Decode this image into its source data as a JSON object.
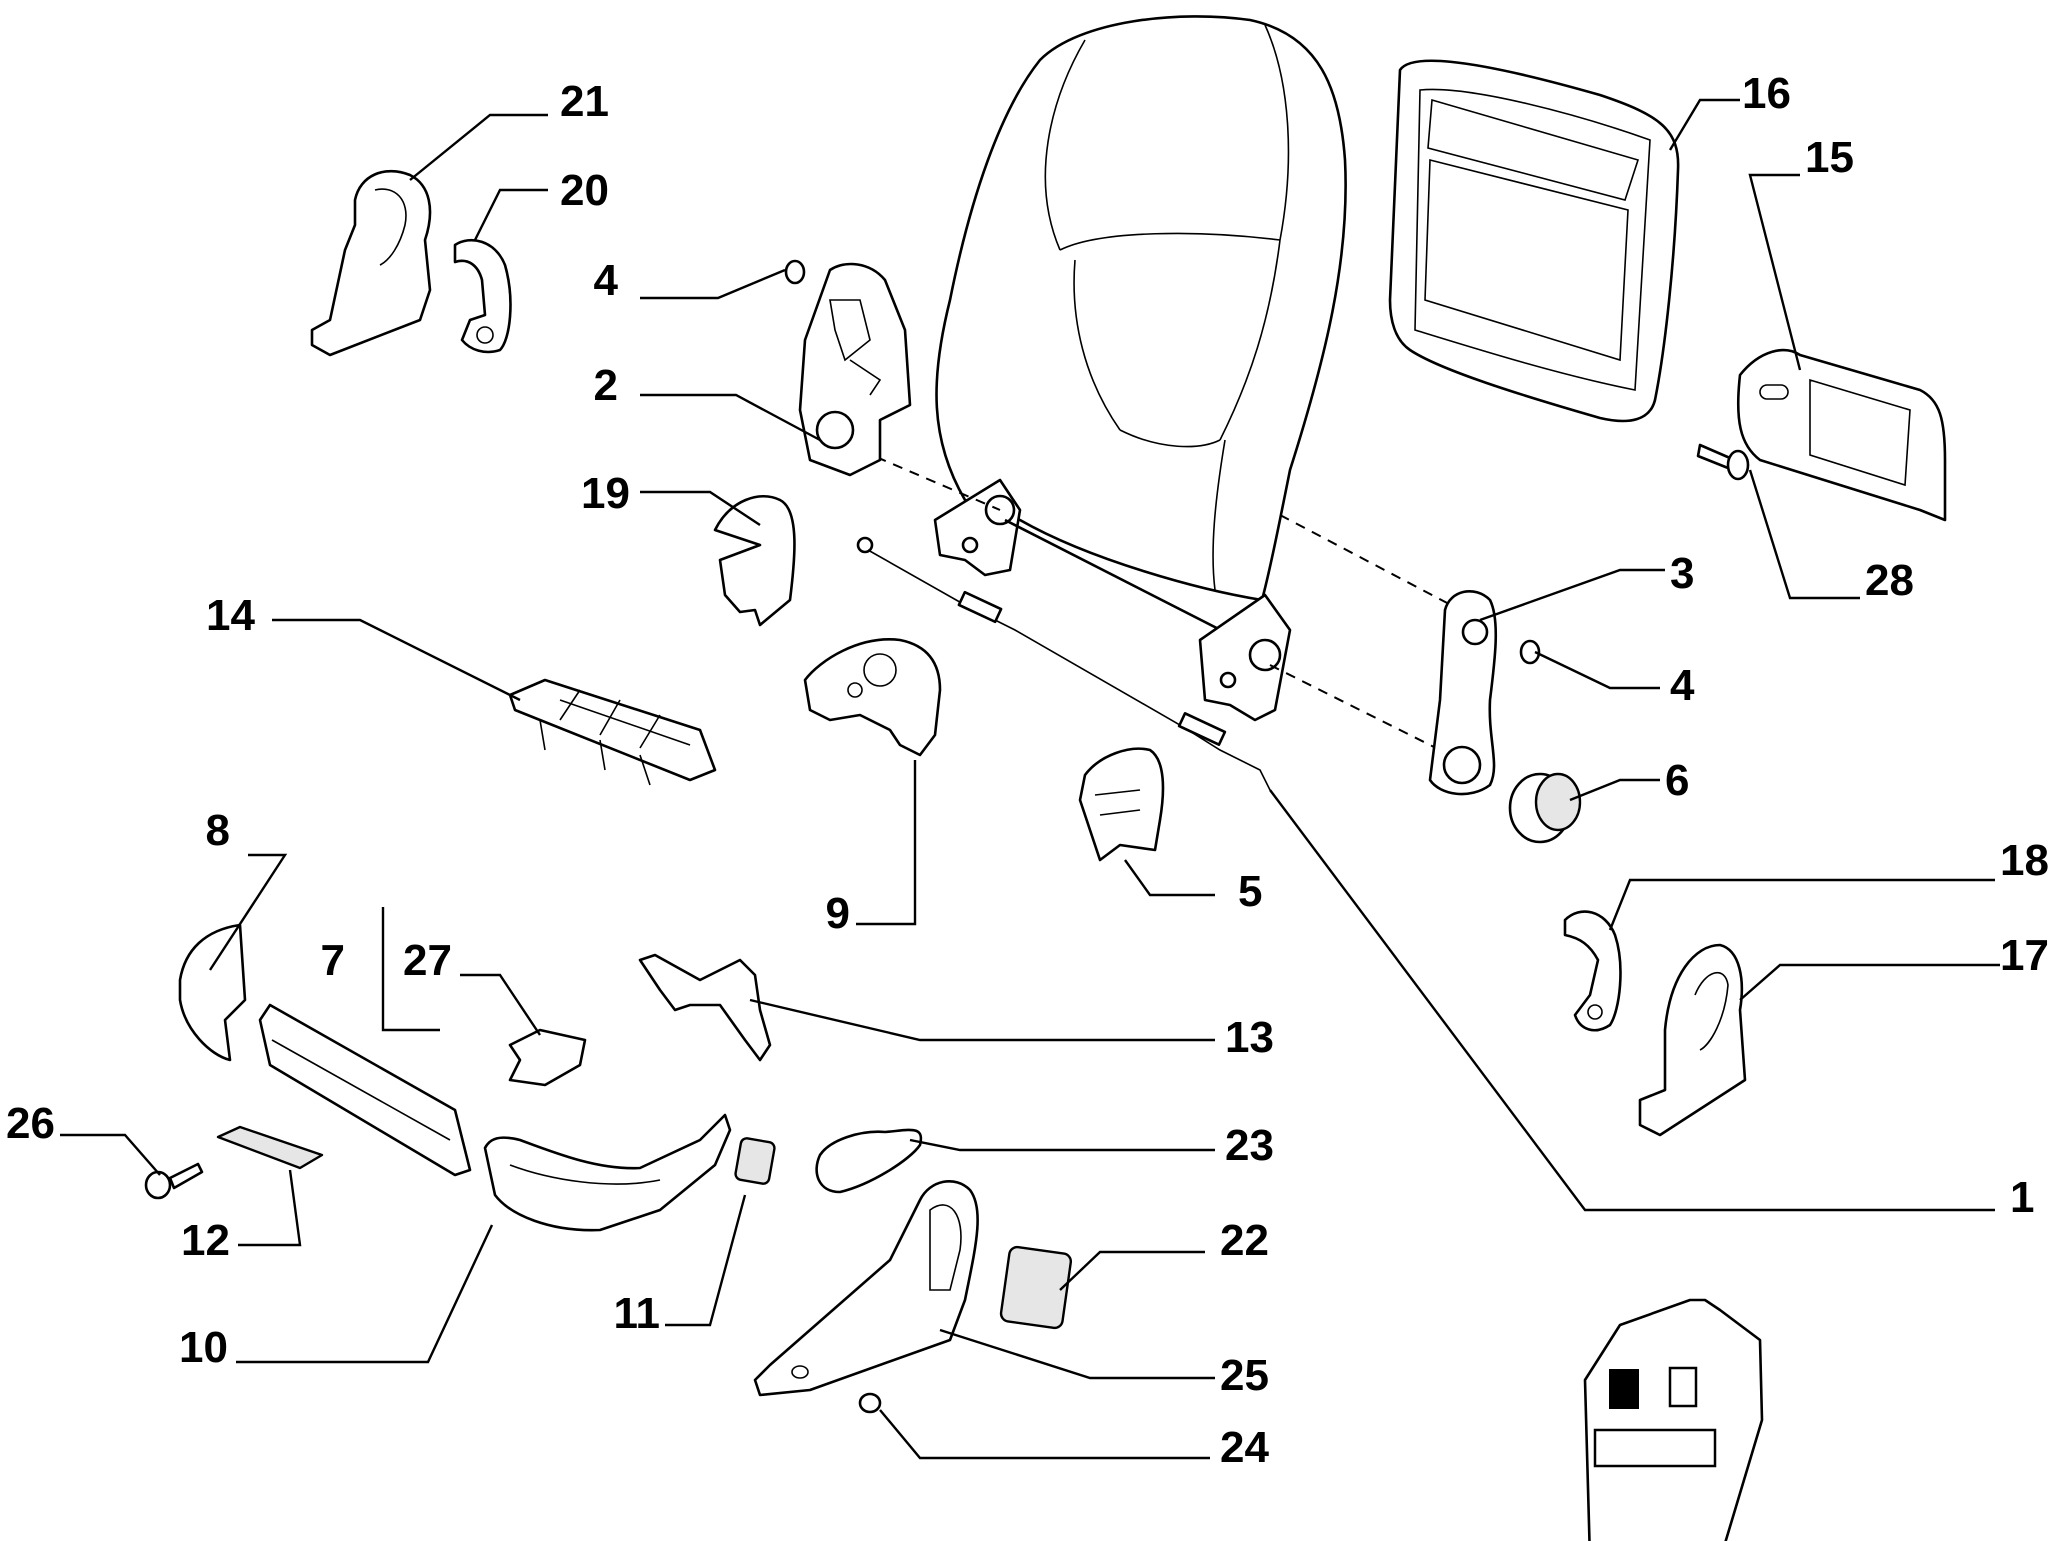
{
  "callouts": {
    "c1": "1",
    "c2": "2",
    "c3": "3",
    "c4a": "4",
    "c4b": "4",
    "c5": "5",
    "c6": "6",
    "c7": "7",
    "c8": "8",
    "c9": "9",
    "c10": "10",
    "c11": "11",
    "c12": "12",
    "c13": "13",
    "c14": "14",
    "c15": "15",
    "c16": "16",
    "c17": "17",
    "c18": "18",
    "c19": "19",
    "c20": "20",
    "c21": "21",
    "c22": "22",
    "c23": "23",
    "c24": "24",
    "c25": "25",
    "c26": "26",
    "c27": "27",
    "c28": "28"
  }
}
